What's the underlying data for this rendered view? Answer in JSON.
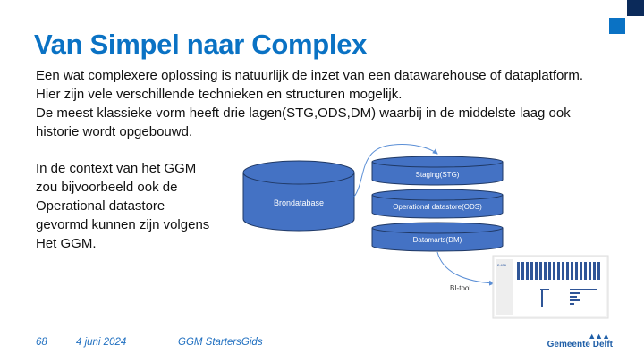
{
  "slide": {
    "title": "Van Simpel naar Complex",
    "intro_lines": [
      "Een wat complexere oplossing is natuurlijk de inzet van een datawarehouse of dataplatform.",
      "Hier zijn vele verschillende technieken en structuren mogelijk.",
      "De meest klassieke vorm heeft drie lagen(STG,ODS,DM) waarbij in de middelste laag ook",
      "historie wordt opgebouwd."
    ],
    "context_lines": [
      "In de context van het GGM",
      "zou bijvoorbeeld ook de",
      "Operational datastore",
      "gevormd kunnen zijn volgens",
      "Het GGM."
    ]
  },
  "diagram": {
    "source": "Brondatabase",
    "layers": [
      "Staging(STG)",
      "Operational datastore(ODS)",
      "Datamarts(DM)"
    ],
    "bi_label": "BI-tool",
    "bi_kpi": "2.436",
    "fill_color": "#4472c4",
    "arrow_color": "#5b8fd6"
  },
  "footer": {
    "page_number": "68",
    "date": "4 juni 2024",
    "doc_title": "GGM StartersGids",
    "logo_text": "Gemeente Delft"
  },
  "colors": {
    "accent": "#0a72c4",
    "dark": "#0b2a5a"
  }
}
